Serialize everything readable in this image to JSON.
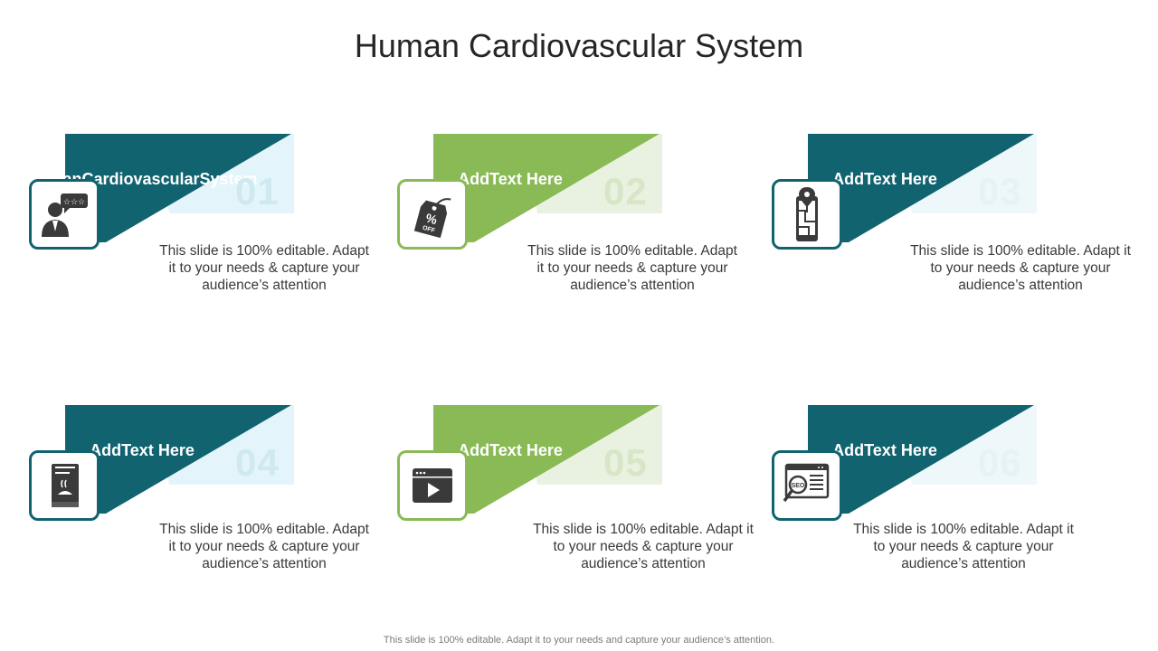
{
  "title": "Human Cardiovascular System",
  "colors": {
    "teal": "#116370",
    "green": "#8aba56",
    "icon": "#3a3a3a"
  },
  "cards": [
    {
      "theme": "teal",
      "headline": [
        "Human",
        "Cardiovascular",
        "System"
      ],
      "number": "01",
      "icon": "customer-review-icon",
      "desc": "This slide is 100% editable. Adapt it to your needs & capture your audience’s attention"
    },
    {
      "theme": "green",
      "headline": [
        "Add",
        "Text Here"
      ],
      "number": "02",
      "icon": "discount-tag-icon",
      "icon_text": [
        "%",
        "OFF"
      ],
      "desc": "This slide is 100% editable. Adapt it to your needs & capture your audience’s attention"
    },
    {
      "theme": "teal",
      "headline": [
        "Add",
        "Text Here"
      ],
      "number": "03",
      "icon": "mobile-map-icon",
      "desc": "This slide is 100% editable. Adapt it to your needs & capture your audience’s attention"
    },
    {
      "theme": "teal",
      "headline": [
        "Add",
        "Text Here"
      ],
      "number": "04",
      "icon": "book-icon",
      "desc": "This slide is 100% editable. Adapt it to your needs & capture your audience’s attention"
    },
    {
      "theme": "green",
      "headline": [
        "Add",
        "Text Here"
      ],
      "number": "05",
      "icon": "video-player-icon",
      "desc": "This slide is 100% editable. Adapt it to your needs & capture your audience’s attention"
    },
    {
      "theme": "teal",
      "headline": [
        "Add",
        "Text Here"
      ],
      "number": "06",
      "icon": "seo-browser-icon",
      "icon_text": [
        "SEO"
      ],
      "desc": "This slide is 100% editable. Adapt it to your needs & capture your audience’s attention"
    }
  ],
  "footer": "This slide is 100% editable. Adapt it to your needs and capture your audience’s attention."
}
